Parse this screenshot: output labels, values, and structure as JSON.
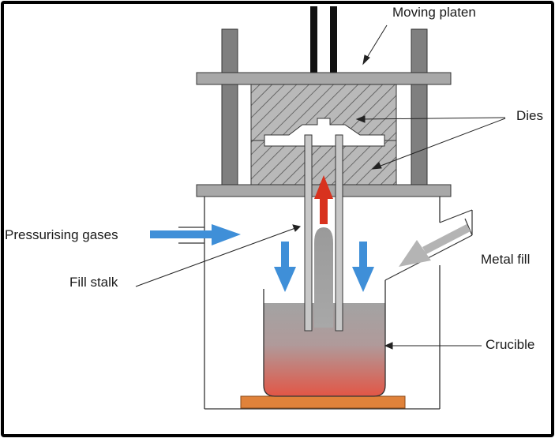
{
  "labels": {
    "moving_platen": "Moving platen",
    "dies": "Dies",
    "pressurising_gases": "Pressurising gases",
    "metal_fill": "Metal fill",
    "fill_stalk": "Fill stalk",
    "crucible": "Crucible"
  },
  "colors": {
    "border": "#000000",
    "steel": "#a6a6a6",
    "die_fill": "#b4b4b4",
    "gas_arrow": "#3f8fd8",
    "flow_arrow": "#d8321e",
    "fill_arrow": "#b4b4b4",
    "molten_top": "#a0a0a0",
    "molten_bottom": "#e25a4a",
    "heater": "#e0823a"
  }
}
